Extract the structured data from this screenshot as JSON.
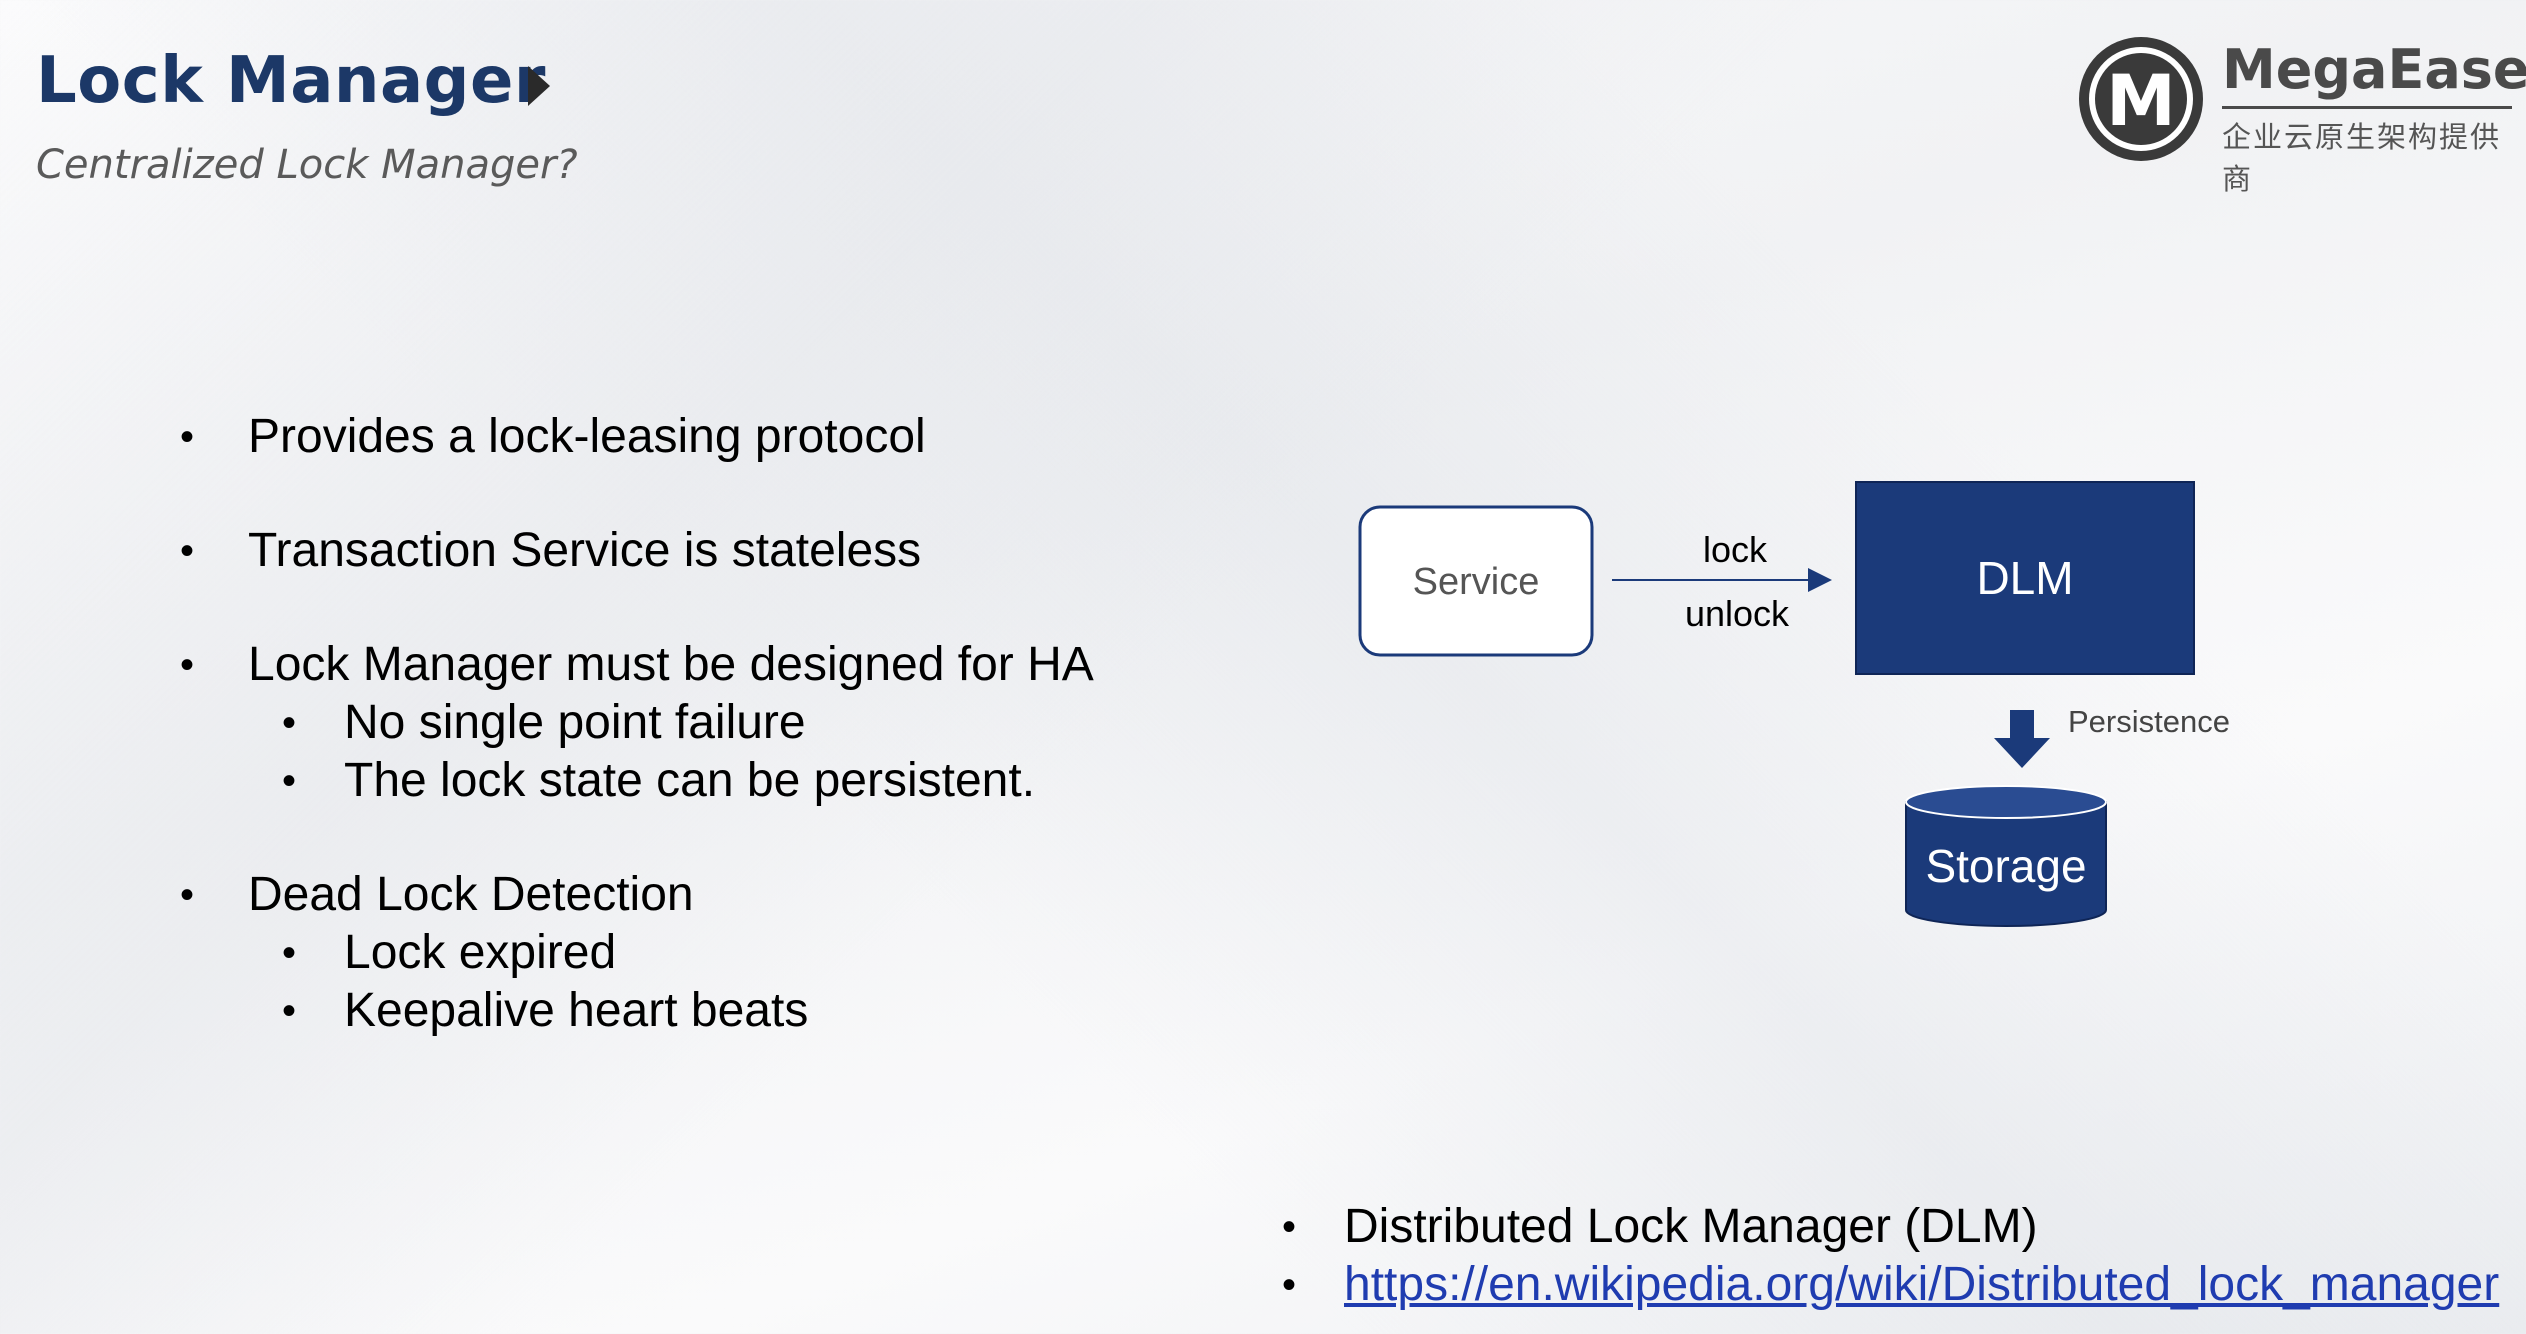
{
  "header": {
    "title": "Lock Manager",
    "subtitle": "Centralized Lock Manager?"
  },
  "logo": {
    "name": "MegaEase",
    "tagline": "企业云原生架构提供商",
    "letter": "M"
  },
  "bullets": [
    {
      "text": "Provides a lock-leasing protocol",
      "sub": []
    },
    {
      "text": "Transaction Service is stateless",
      "sub": []
    },
    {
      "text": "Lock Manager must be designed for HA",
      "sub": [
        "No single point failure",
        "The lock state can be persistent."
      ]
    },
    {
      "text": "Dead Lock Detection",
      "sub": [
        "Lock expired",
        "Keepalive heart beats"
      ]
    }
  ],
  "diagram": {
    "service_label": "Service",
    "arrow_top_label": "lock",
    "arrow_bottom_label": "unlock",
    "dlm_label": "DLM",
    "persistence_label": "Persistence",
    "storage_label": "Storage"
  },
  "references": {
    "item1": "Distributed Lock Manager (DLM)",
    "link": "https://en.wikipedia.org/wiki/Distributed_lock_manager"
  },
  "colors": {
    "title": "#1c3867",
    "box_fill": "#1b3a7a",
    "link": "#1f3cb0"
  }
}
